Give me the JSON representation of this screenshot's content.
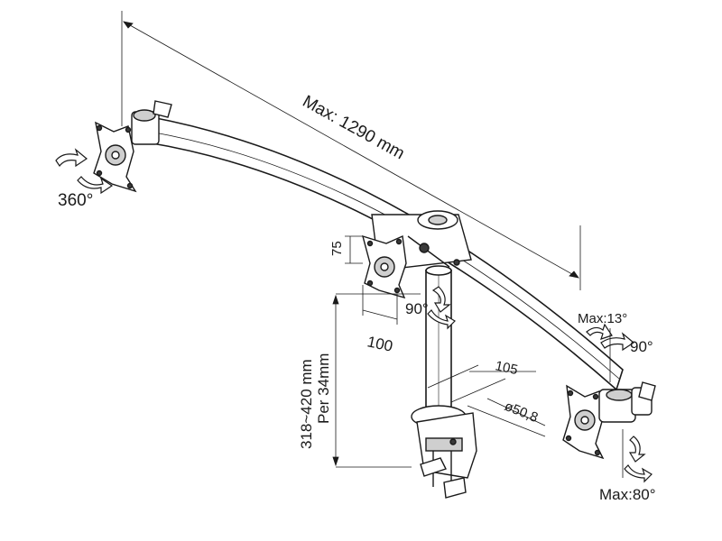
{
  "labels": {
    "overall_width": "Max: 1290 mm",
    "swivel_360": "360°",
    "rotate_90_center": "90°",
    "vesa_height": "75",
    "vesa_width": "100",
    "pole_height": "318~420 mm",
    "pole_diameter_note": "Per 34mm",
    "clamp_depth": "105",
    "clamp_diameter": "ø50,8",
    "tilt_max": "Max:13°",
    "rotate_90_right": "90°",
    "pan_max": "Max:80°"
  },
  "colors": {
    "line": "#1a1a1a",
    "fill": "#ffffff",
    "shade": "#cfcfcf",
    "dark": "#3a3a3a"
  }
}
